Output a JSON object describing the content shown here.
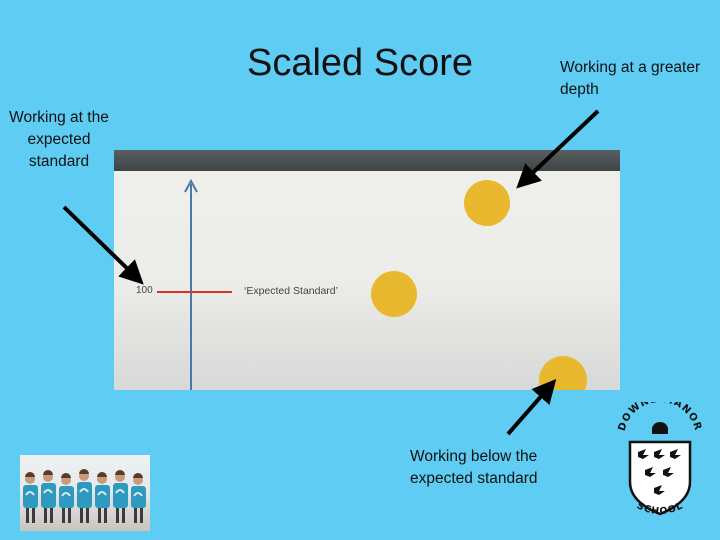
{
  "slide": {
    "title": "Scaled Score"
  },
  "callouts": {
    "expected": "Working at the expected standard",
    "greater_depth": "Working at a greater depth",
    "below": "Working below the expected standard"
  },
  "chart": {
    "tick_label": "100",
    "expected_label": "‘Expected Standard’",
    "colors": {
      "header_bar": "#474c4f",
      "axis": "#4a78a8",
      "expected_line": "#d8342f",
      "dots": "#e8b92e"
    }
  },
  "crest": {
    "top_text": "DOWNE MANOR",
    "bottom_text": "SCHOOL"
  }
}
